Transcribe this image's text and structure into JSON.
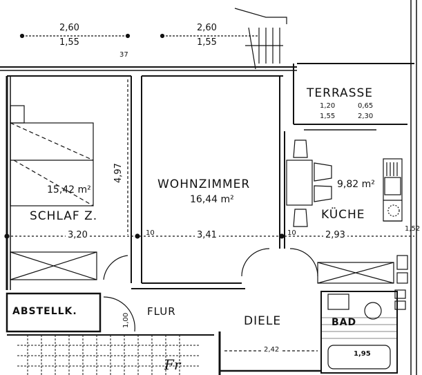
{
  "plan": {
    "top_dimensions": [
      {
        "upper": "2,60",
        "lower": "1,55"
      },
      {
        "upper": "2,60",
        "lower": "1,55"
      }
    ],
    "wall_mark_top": "37",
    "rooms": {
      "schlafzimmer": {
        "name": "SCHLAF Z.",
        "area": "15,42 m²",
        "width": "3,20",
        "depth": "4,97"
      },
      "wohnzimmer": {
        "name": "WOHNZIMMER",
        "area": "16,44 m²",
        "width": "3,41",
        "wall": "10"
      },
      "terrasse": {
        "name": "TERRASSE",
        "dim_upper_1": "1,20",
        "dim_lower_1": "1,55",
        "dim_upper_2": "0,65",
        "dim_lower_2": "2,30"
      },
      "kueche": {
        "name": "KÜCHE",
        "area": "9,82 m²",
        "width": "2,93",
        "wall": "10",
        "side": "1,52"
      },
      "abstellkammer": {
        "name": "ABSTELLK."
      },
      "flur": {
        "name": "FLUR",
        "door_dim": "1,00"
      },
      "diele": {
        "name": "DIELE",
        "width": "2,42"
      },
      "bad": {
        "name": "BAD",
        "width": "1,95"
      }
    },
    "stair_mark": "Fr"
  }
}
